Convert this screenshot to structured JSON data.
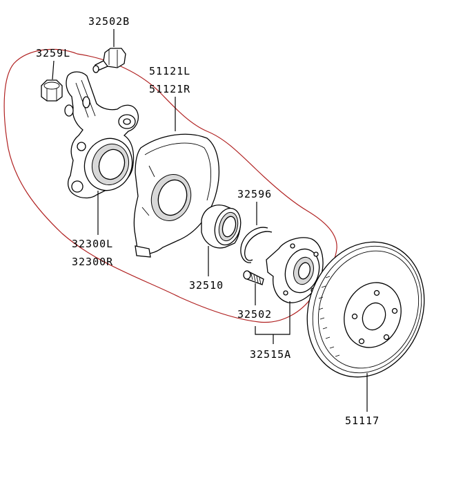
{
  "colors": {
    "annotation": "#b02020",
    "line": "#000000",
    "background": "#ffffff"
  },
  "labels": {
    "bolt_upper": "32502B",
    "nut": "3259L",
    "backing_plate_left": "51121L",
    "backing_plate_right": "51121R",
    "knuckle_left": "32300L",
    "knuckle_right": "32300R",
    "snap_ring": "32596",
    "bearing": "32510",
    "hub_bolt": "32502",
    "hub_assembly": "32515A",
    "brake_disc": "51117"
  }
}
